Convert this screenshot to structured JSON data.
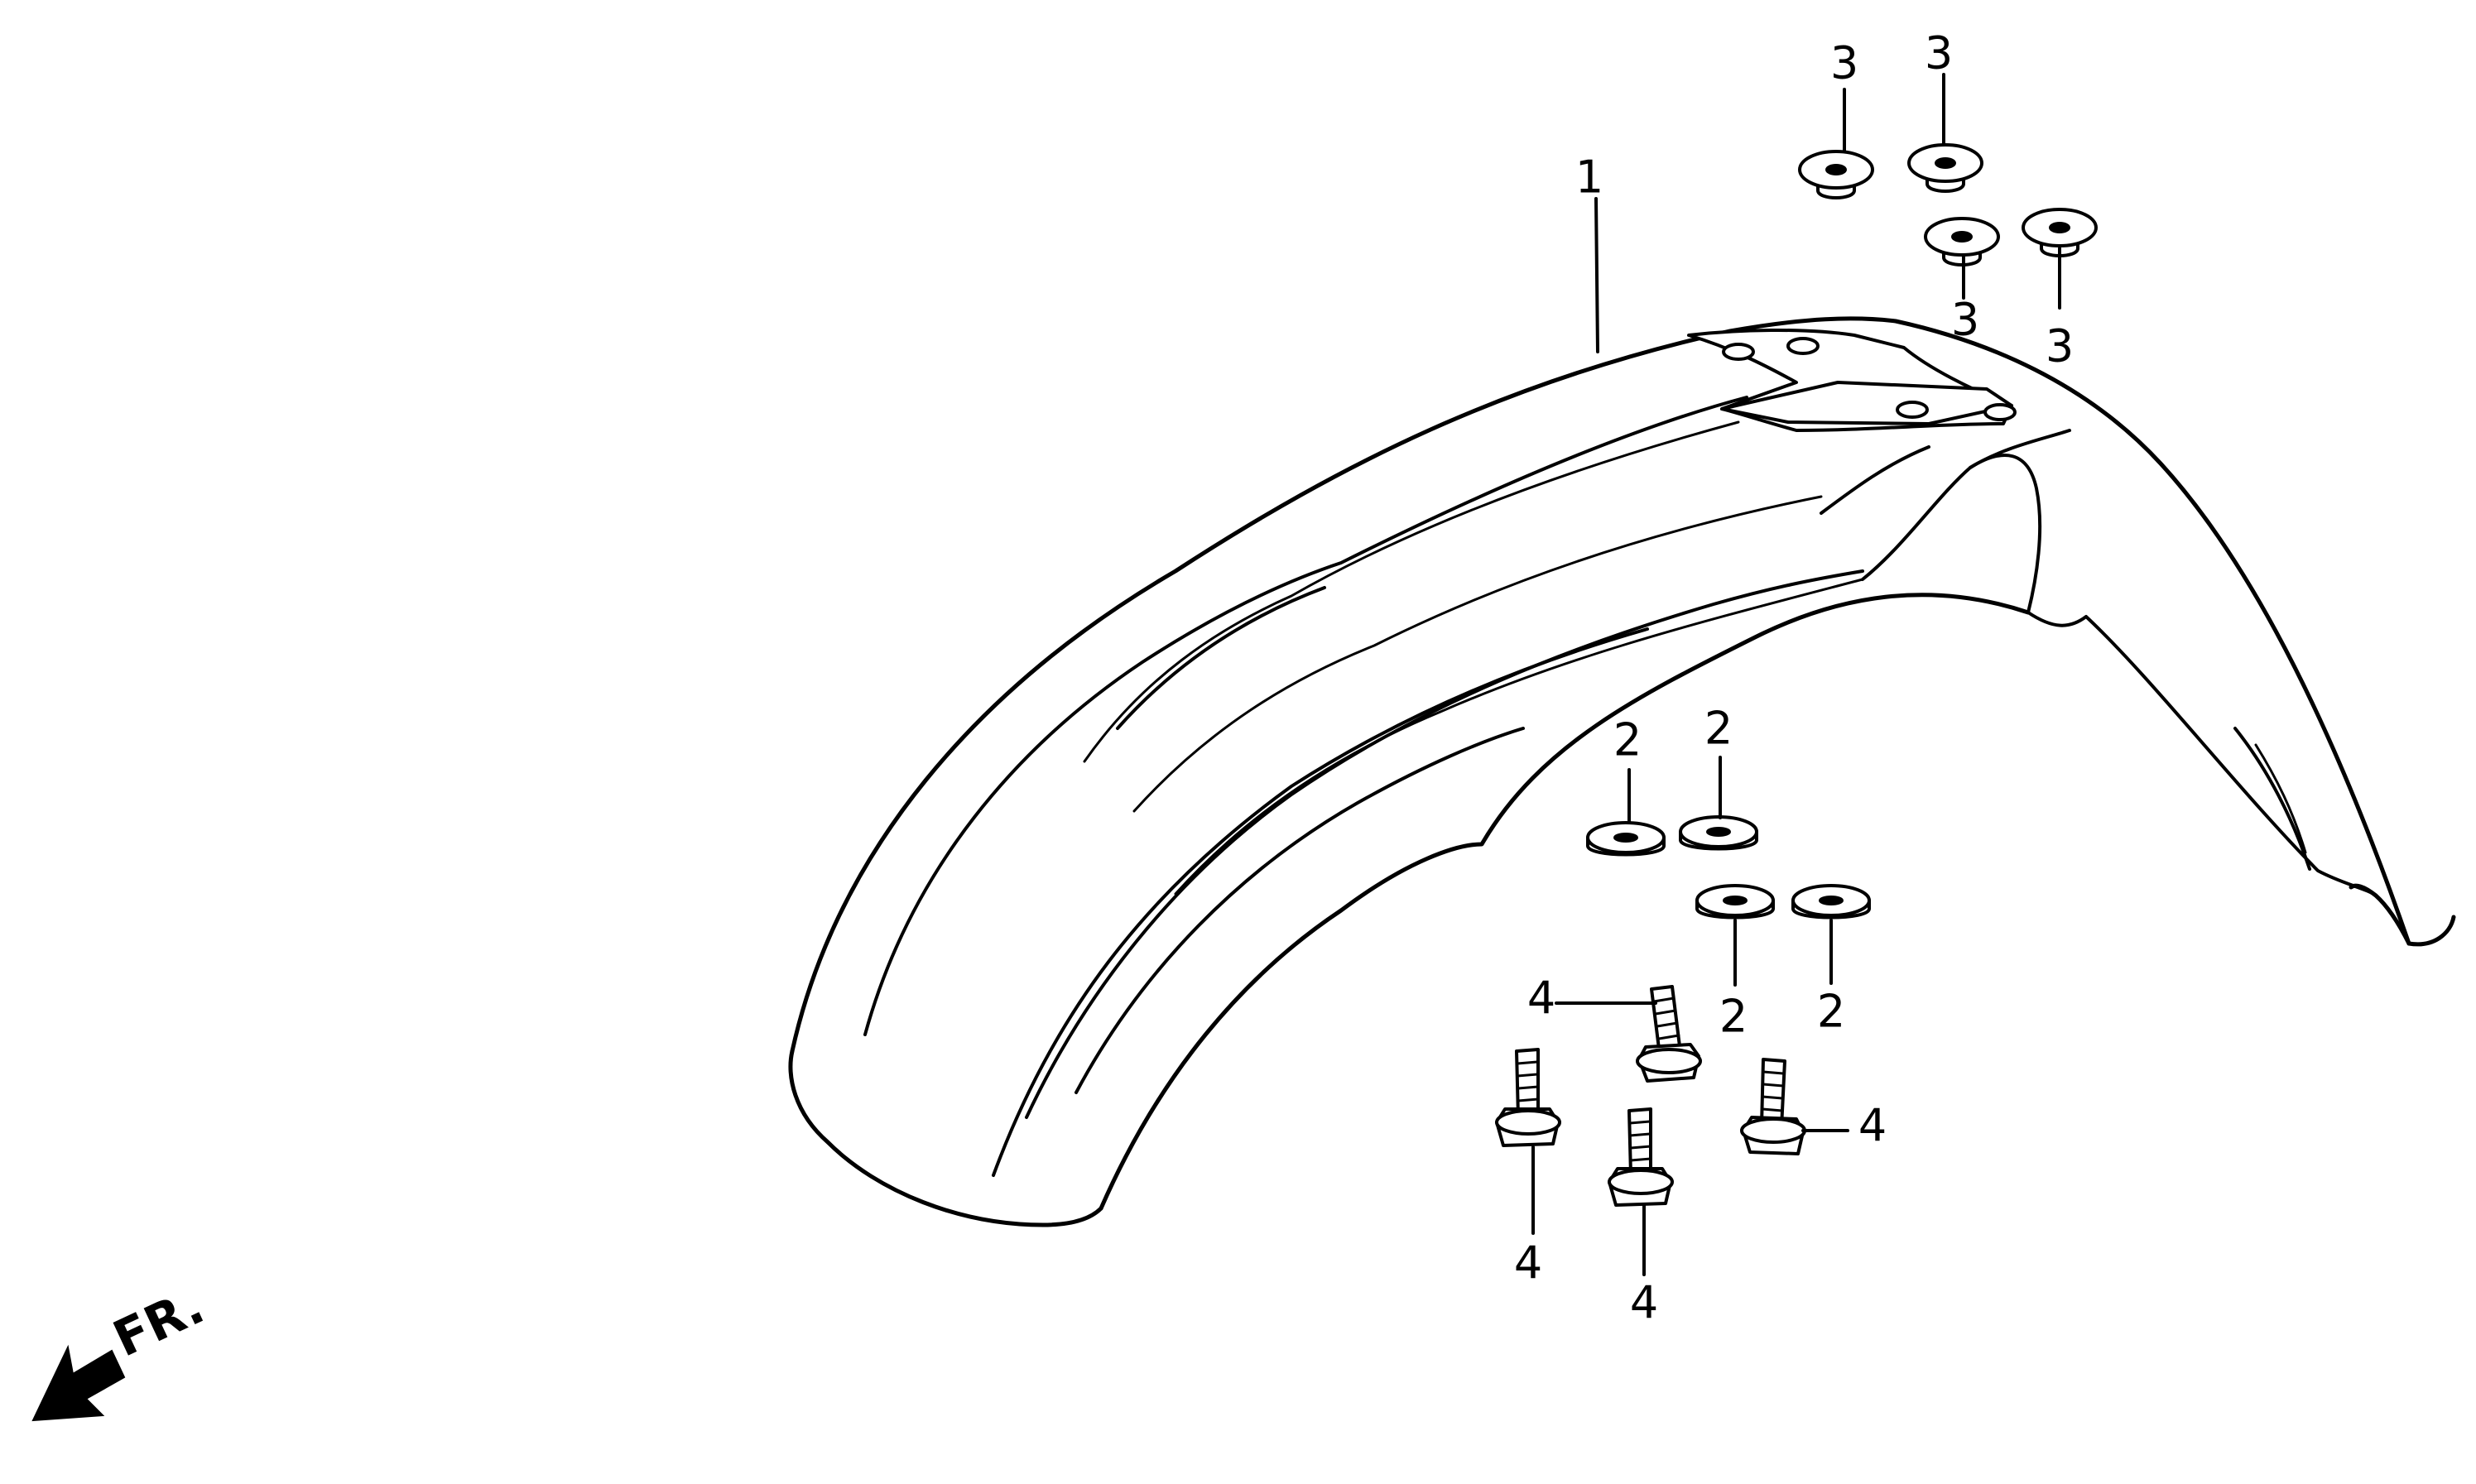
{
  "parts": {
    "fender": {
      "label": "1"
    },
    "washers": {
      "label": "2"
    },
    "grommets": {
      "label": "3"
    },
    "bolts": {
      "label": "4"
    }
  },
  "direction": {
    "label": "FR."
  }
}
